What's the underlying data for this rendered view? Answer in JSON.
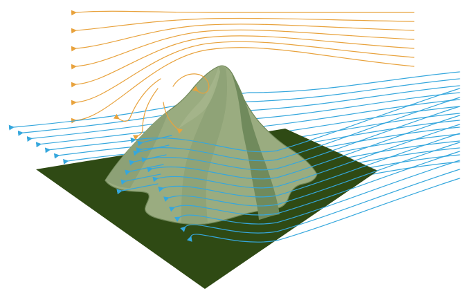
{
  "diagram": {
    "palette": {
      "background": "#ffffff",
      "ground": "#2f4a14",
      "mountain_light": "#9aac80",
      "mountain_mid": "#8da176",
      "mountain_dark": "#708a5c",
      "mountain_outline": "#6f8757",
      "flow_upper": "#e8a23c",
      "flow_lower": "#35a7dd"
    },
    "elements": [
      "ground-plane",
      "mountain",
      "upper-airflow-streamlines",
      "lower-airflow-streamlines",
      "lee-eddy-arrows"
    ]
  }
}
